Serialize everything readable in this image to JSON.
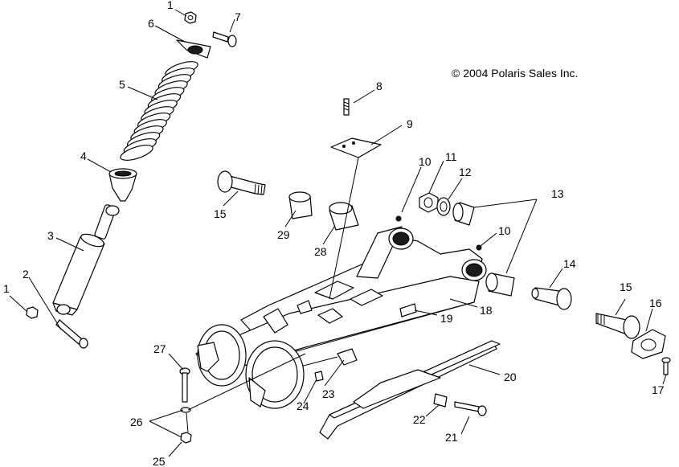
{
  "copyright": "© 2004 Polaris Sales Inc.",
  "callouts": {
    "c1a": "1",
    "c1b": "1",
    "c2": "2",
    "c3": "3",
    "c4": "4",
    "c5": "5",
    "c6": "6",
    "c7": "7",
    "c8": "8",
    "c9": "9",
    "c10a": "10",
    "c10b": "10",
    "c11": "11",
    "c12": "12",
    "c13": "13",
    "c14": "14",
    "c15a": "15",
    "c15b": "15",
    "c16": "16",
    "c17": "17",
    "c18": "18",
    "c19": "19",
    "c20": "20",
    "c21": "21",
    "c22": "22",
    "c23": "23",
    "c24": "24",
    "c25": "25",
    "c26": "26",
    "c27": "27",
    "c28": "28",
    "c29": "29"
  }
}
